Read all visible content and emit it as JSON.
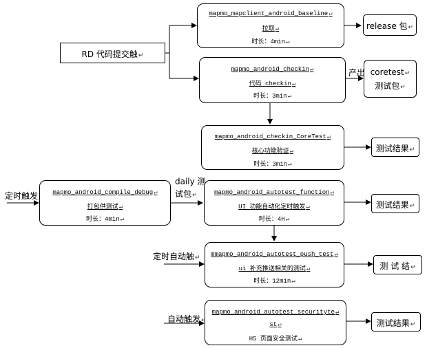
{
  "trigger": {
    "label": "RD 代码提交触"
  },
  "baseline": {
    "name": "mapmo_mapclient_android_baseline",
    "desc": "拉取",
    "duration": "时长：4min"
  },
  "release": {
    "label": "release 包"
  },
  "checkin": {
    "name": "mapmo_android_checkin",
    "desc": "代码 checkin",
    "duration": "时长：3min"
  },
  "checkin_output": {
    "edge_label": "产出",
    "line1": "coretest",
    "line2": "测试包"
  },
  "coretest": {
    "name": "mapmo_android_checkin_CoreTest",
    "desc": "核心功能验证",
    "duration": "时长：3min"
  },
  "result_coretest": {
    "label": "测试结果"
  },
  "scheduled_trigger": {
    "label": "定时触发"
  },
  "compile": {
    "name": "mapmo_android_compile_debug",
    "desc": "打包供测试",
    "duration": "时长：4min"
  },
  "daily_edge": {
    "line1": "daily 测",
    "line2": "试包"
  },
  "autotest": {
    "name": "mapmo_android_autotest_function",
    "desc": "UI 功能自动化定时触发",
    "duration": "时长：4H"
  },
  "result_autotest": {
    "label": "测试结果"
  },
  "push_trigger": {
    "label": "定时自动触"
  },
  "push": {
    "name": "mmapmo_android_autotest_push_test",
    "desc": "ui 补充推送相关的测试",
    "duration": "时长：12min"
  },
  "result_push": {
    "label": "测 试 结"
  },
  "security_trigger": {
    "label": "自动触发"
  },
  "security": {
    "name1": "mapmo_android_autotest_securityte",
    "name2": "st",
    "desc": "H5 页面安全测试"
  },
  "result_security": {
    "label": "测试结果"
  },
  "para_mark": "↵"
}
